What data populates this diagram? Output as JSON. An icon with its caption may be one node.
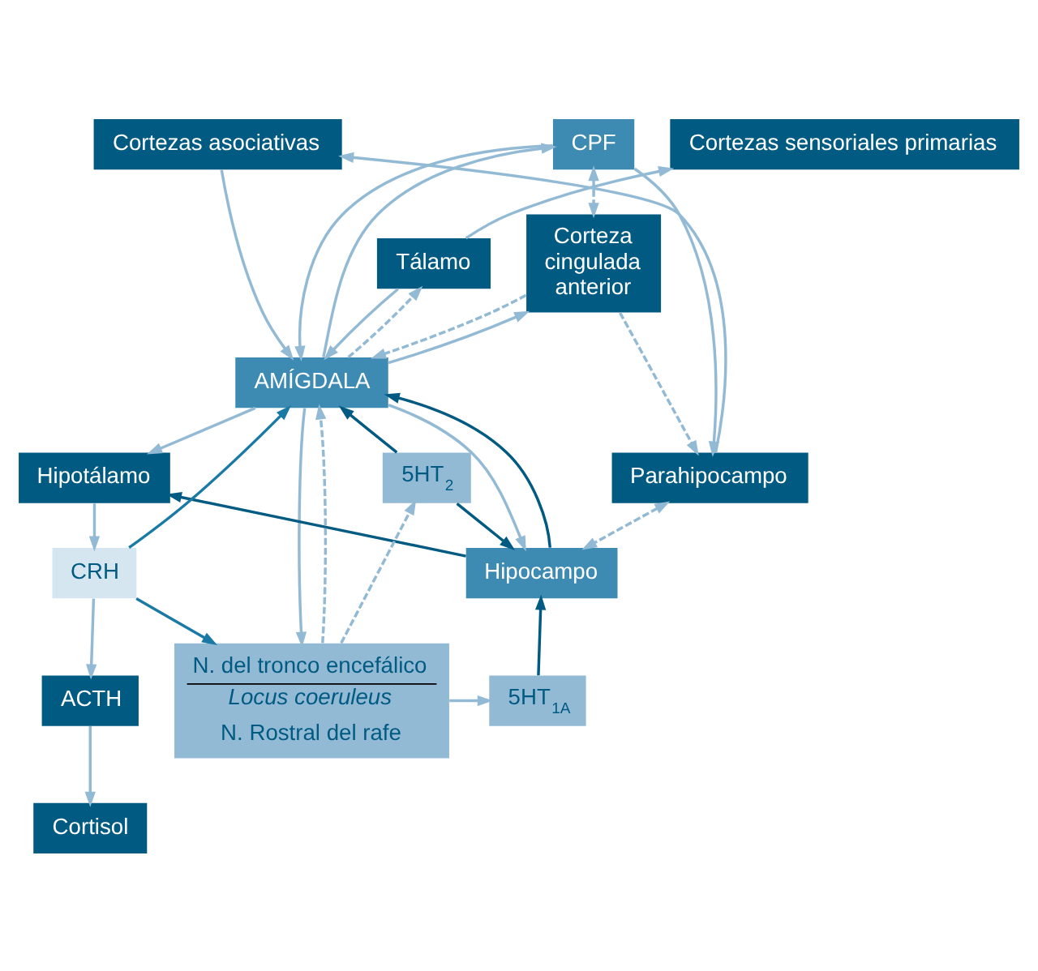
{
  "diagram": {
    "nodes": [
      {
        "text": [
          "Cortezas sensoriales primarias"
        ]
      },
      {
        "text": [
          "Cortezas asociativas"
        ]
      },
      {
        "text": [
          "CPF"
        ]
      },
      {
        "text": [
          "Corteza cingulada anterior"
        ]
      },
      {
        "text": [
          "Tálamo"
        ]
      },
      {
        "text": [
          "Hipotálamo"
        ]
      },
      {
        "text": [
          "AMÍGDALA"
        ]
      },
      {
        "text": [
          "5HT$_{2}$"
        ]
      },
      {
        "text": [
          "Parahipocampo"
        ]
      },
      {
        "text": [
          "Hipocampo"
        ]
      },
      {
        "text": [
          "CRH"
        ]
      },
      {
        "text": [
          "5HT$_{1A}$"
        ]
      },
      {
        "text": [
          "ACTH"
        ]
      },
      {
        "text": [
          "Cortisol"
        ]
      },
      {
        "text": [
          "N. del tronco encefálico",
          "Locus coeruleus",
          "N. Rostral del rafe"
        ]
      }
    ],
    "edges": [
      {
        "from": 4,
        "to": 0,
        "arrow": "to"
      },
      {
        "from": 1,
        "to": 6,
        "arrow": "to"
      },
      {
        "from": 2,
        "to": 8,
        "arrow": "to"
      },
      {
        "from": 8,
        "to": 1,
        "arrow": "to"
      },
      {
        "from": 3,
        "to": 8,
        "arrow": "to",
        "style": "dashed"
      },
      {
        "from": 2,
        "to": 3,
        "arrow": "both",
        "style": "dashed"
      },
      {
        "from": 3,
        "to": 6,
        "arrow": "to",
        "style": "dashed"
      },
      {
        "from": 6,
        "to": 3,
        "arrow": "to"
      },
      {
        "from": 6,
        "to": 2,
        "arrow": "to"
      },
      {
        "from": 2,
        "to": 6,
        "arrow": "to"
      },
      {
        "from": 4,
        "to": 6,
        "arrow": "to"
      },
      {
        "from": 6,
        "to": 4,
        "arrow": "to",
        "style": "dashed"
      },
      {
        "from": 6,
        "to": 5,
        "arrow": "to"
      },
      {
        "from": 14,
        "to": 6,
        "arrow": "to",
        "style": "dashed"
      },
      {
        "from": 6,
        "to": 14,
        "arrow": "to"
      },
      {
        "from": 10,
        "to": 6,
        "arrow": "to",
        "color": "#1a7aa6"
      },
      {
        "from": 10,
        "to": 14,
        "arrow": "to",
        "color": "#1a7aa6"
      },
      {
        "from": 5,
        "to": 10,
        "arrow": "to"
      },
      {
        "from": 9,
        "to": 5,
        "arrow": "to",
        "color": "#005a82"
      },
      {
        "from": 6,
        "to": 9,
        "arrow": "to"
      },
      {
        "from": 9,
        "to": 6,
        "arrow": "to",
        "color": "#005a82"
      },
      {
        "from": 7,
        "to": 6,
        "arrow": "to",
        "color": "#005a82"
      },
      {
        "from": 7,
        "to": 9,
        "arrow": "to",
        "color": "#005a82"
      },
      {
        "from": 11,
        "to": 9,
        "arrow": "to",
        "color": "#005a82"
      },
      {
        "from": 8,
        "to": 9,
        "arrow": "both",
        "style": "dashed"
      },
      {
        "from": 10,
        "to": 12,
        "arrow": "to"
      },
      {
        "from": 12,
        "to": 13,
        "arrow": "to"
      },
      {
        "from": 14,
        "to": 11,
        "arrow": "to"
      },
      {
        "from": 14,
        "to": 7,
        "arrow": "to",
        "style": "dashed"
      }
    ]
  }
}
